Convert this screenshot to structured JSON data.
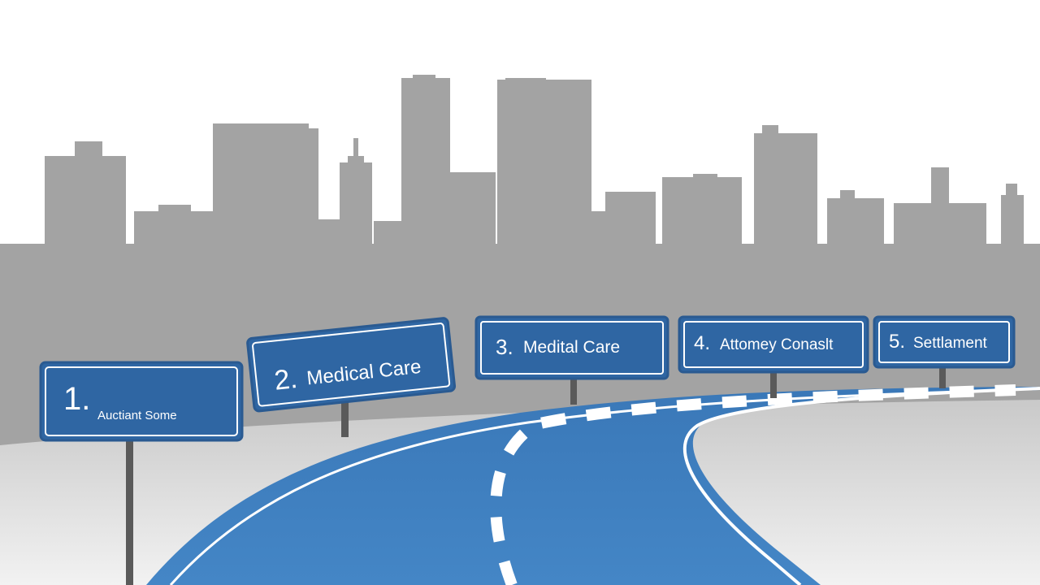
{
  "colors": {
    "sky": "#ffffff",
    "skyline": "#a3a3a3",
    "ground": "#d8d8d8",
    "road": "#3f7fbf",
    "road_dark": "#2f6aa6",
    "road_edge": "#ffffff",
    "sign_fill": "#2f66a3",
    "sign_border": "#ffffff",
    "sign_outline": "#2a5a91",
    "post": "#5a5a5a"
  },
  "signs": [
    {
      "number": "1.",
      "label": "Auctiant Some",
      "icon": "road-sign"
    },
    {
      "number": "2.",
      "label": "Medical Care",
      "icon": "road-sign"
    },
    {
      "number": "3.",
      "label": "Medital Care",
      "icon": "road-sign"
    },
    {
      "number": "4.",
      "label": "Attomey Conaslt",
      "icon": "road-sign"
    },
    {
      "number": "5.",
      "label": "Settlament",
      "icon": "road-sign"
    }
  ]
}
